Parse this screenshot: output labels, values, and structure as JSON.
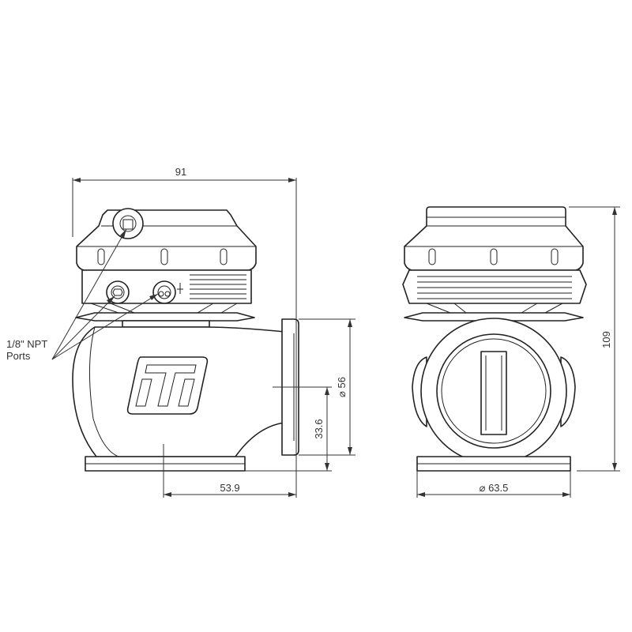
{
  "dimensions": {
    "overall_width": "91",
    "overall_height": "109",
    "inlet_diameter": "⌀ 56",
    "inlet_center_height": "33.6",
    "outlet_offset": "53.9",
    "outlet_diameter": "⌀ 63.5"
  },
  "callout": {
    "line1": "1/8\" NPT",
    "line2": "Ports"
  },
  "colors": {
    "line": "#222222",
    "background": "#ffffff"
  }
}
